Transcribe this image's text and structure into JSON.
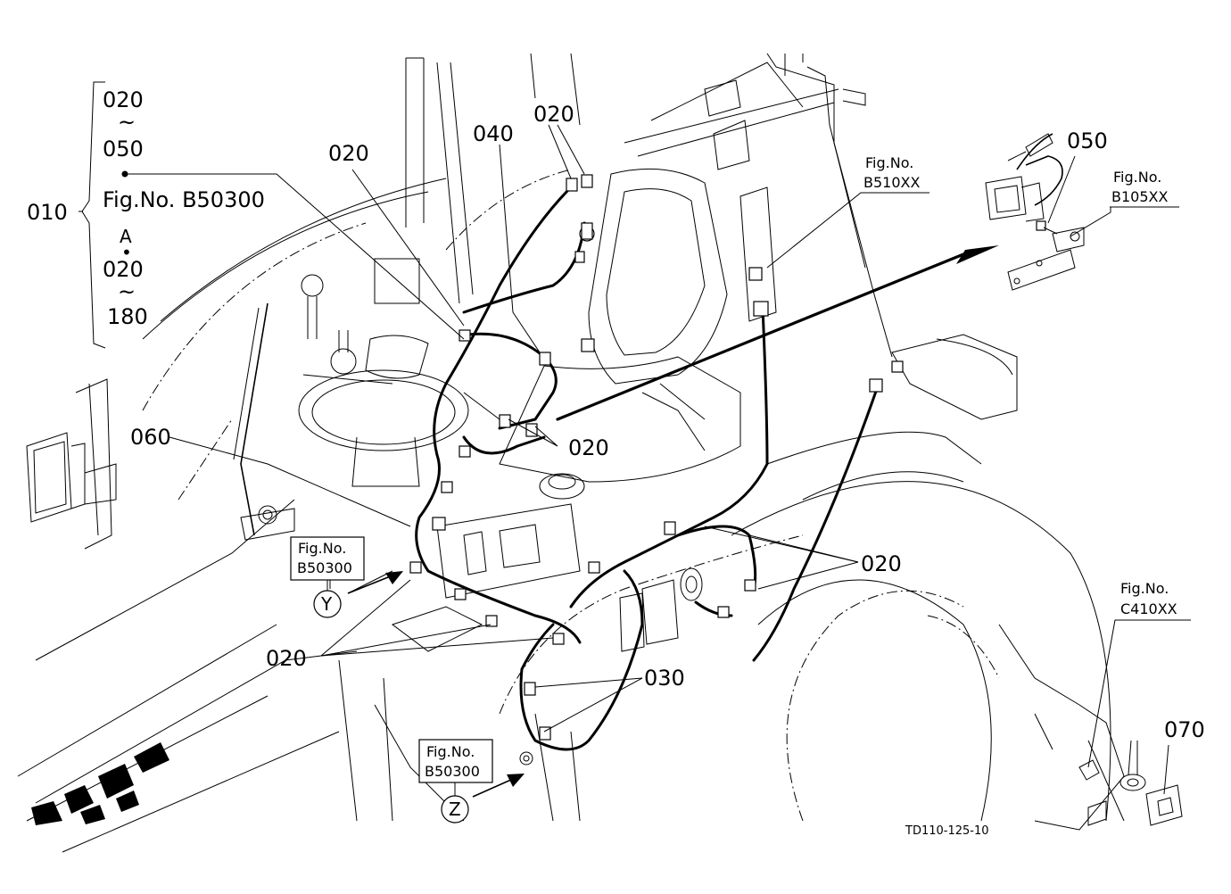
{
  "callouts": {
    "c010": "010",
    "range_top_from": "020",
    "range_top_tilde": "~",
    "range_top_to": "050",
    "range_fig": "Fig.No. B50300",
    "range_a": "A",
    "range_dot": "•",
    "range_bot_from": "020",
    "range_bot_tilde": "~",
    "range_bot_to": "180",
    "c020_a": "020",
    "c020_b": "020",
    "c020_c": "020",
    "c020_d": "020",
    "c020_e": "020",
    "c030": "030",
    "c040": "040",
    "c050": "050",
    "c060": "060",
    "c070": "070"
  },
  "fig_refs": {
    "b510": {
      "line1": "Fig.No.",
      "line2": "B510XX"
    },
    "b105": {
      "line1": "Fig.No.",
      "line2": "B105XX"
    },
    "c410": {
      "line1": "Fig.No.",
      "line2": "C410XX"
    },
    "y": {
      "line1": "Fig.No.",
      "line2": "B50300",
      "marker": "Y"
    },
    "z": {
      "line1": "Fig.No.",
      "line2": "B50300",
      "marker": "Z"
    }
  },
  "drawing_id": "TD110-125-10"
}
